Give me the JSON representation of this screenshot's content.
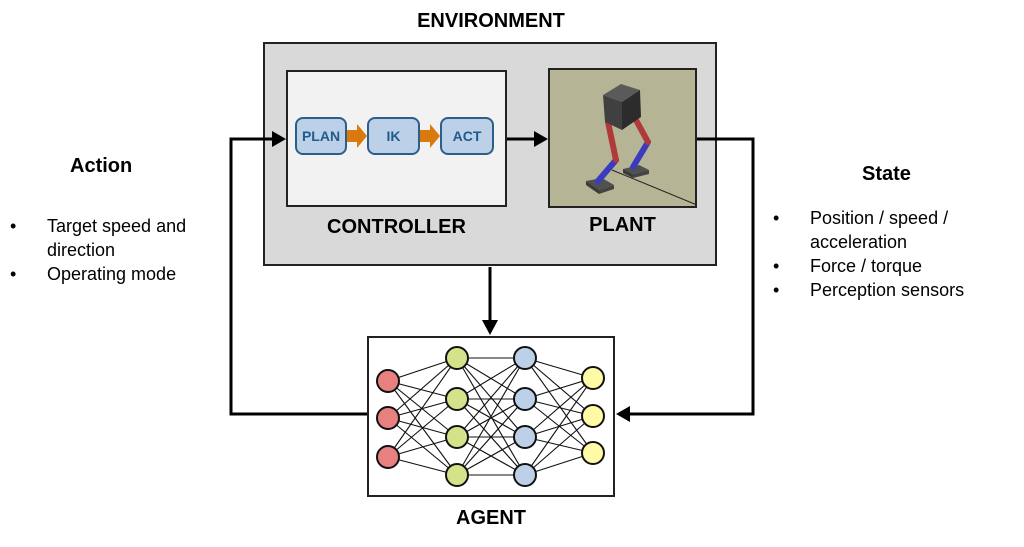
{
  "environment": {
    "title": "ENVIRONMENT",
    "controller": {
      "label": "CONTROLLER",
      "blocks": [
        {
          "label": "PLAN"
        },
        {
          "label": "IK"
        },
        {
          "label": "ACT"
        }
      ]
    },
    "plant": {
      "label": "PLANT",
      "image": "bipedal-robot-simulation"
    }
  },
  "agent": {
    "label": "AGENT",
    "network": {
      "layers": [
        {
          "nodes": 3,
          "color": "#e98080"
        },
        {
          "nodes": 4,
          "color": "#d4e38a"
        },
        {
          "nodes": 4,
          "color": "#bcd0e8"
        },
        {
          "nodes": 3,
          "color": "#fffaa6"
        }
      ]
    }
  },
  "action": {
    "title": "Action",
    "items": [
      "Target speed and direction",
      "Operating mode"
    ]
  },
  "state": {
    "title": "State",
    "items": [
      "Position / speed / acceleration",
      "Force / torque",
      "Perception sensors"
    ]
  },
  "colors": {
    "environment_fill": "#d9d9d9",
    "controller_fill": "#f2f2f2",
    "plant_fill": "#b5b596",
    "block_fill": "#bcd0e8",
    "block_border": "#2b5f8a",
    "block_arrow": "#d97a0f"
  }
}
